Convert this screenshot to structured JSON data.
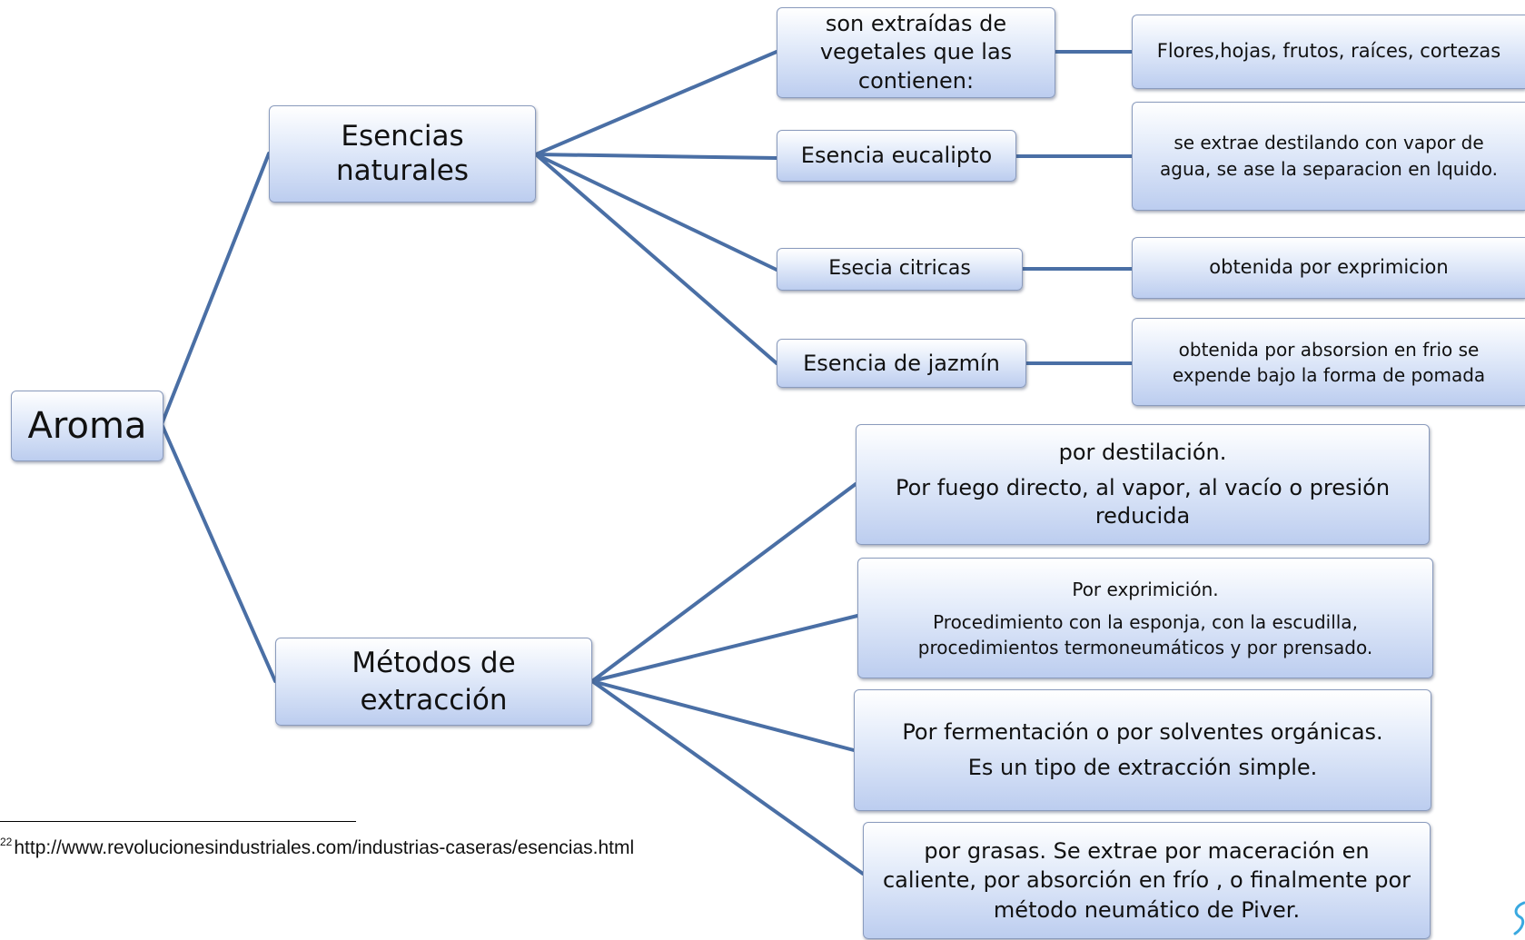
{
  "diagram": {
    "root": {
      "label": "Aroma"
    },
    "branch_natural": {
      "label": "Esencias naturales"
    },
    "branch_methods": {
      "line1": "Métodos de",
      "line2": "extracción"
    },
    "natural": {
      "source": {
        "label_line1": "son extraídas de",
        "label_line2": "vegetales que las",
        "label_line3": "contienen:",
        "detail": "Flores,hojas, frutos, raíces, cortezas"
      },
      "eucalyptus": {
        "label": "Esencia eucalipto",
        "detail_line1": "se extrae  destilando con vapor  de",
        "detail_line2": "agua, se ase la separacion en lquido."
      },
      "citrus": {
        "label": "Esecia citricas",
        "detail": "obtenida por exprimicion"
      },
      "jasmine": {
        "label": "Esencia de jazmín",
        "detail_line1": "obtenida por absorsion en frio se",
        "detail_line2": "expende bajo la forma de pomada"
      }
    },
    "methods": {
      "distillation": {
        "title": "por destilación.",
        "text_line1": "Por fuego directo, al vapor, al vacío o presión",
        "text_line2": "reducida"
      },
      "expression": {
        "title": "Por exprimición.",
        "text_line1": "Procedimiento con la esponja, con la escudilla,",
        "text_line2": "procedimientos termoneumáticos y por prensado."
      },
      "fermentation": {
        "line1": "Por fermentación o por solventes orgánicas.",
        "line2": "Es un tipo de extracción simple."
      },
      "fats": {
        "line1": "por grasas. Se extrae por maceración en",
        "line2": "caliente, por absorción en frío , o finalmente por",
        "line3": "método neumático de Piver."
      }
    }
  },
  "footnote": {
    "number": "22",
    "url": "http://www.revolucionesindustriales.com/industrias-caseras/esencias.html"
  },
  "colors": {
    "connector": "#4a6fa5",
    "box_border": "#8a9bbd",
    "box_top": "#ffffff",
    "box_bottom": "#bccdef",
    "corner_mark": "#3aa9e0"
  }
}
